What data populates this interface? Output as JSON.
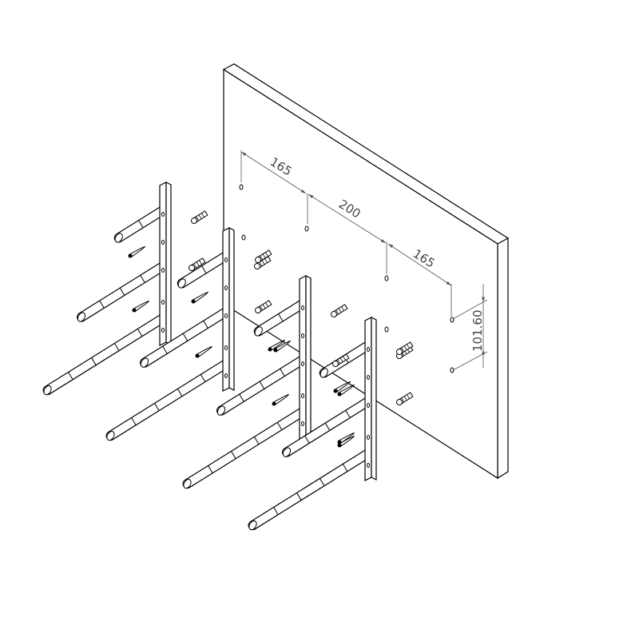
{
  "drawing": {
    "title": "Wall-mounted peg rail assembly, exploded isometric view",
    "dimensions": {
      "spacing_left": "165",
      "spacing_middle": "200",
      "spacing_right": "165",
      "vertical_offset": "101.60"
    },
    "rail_count": 4,
    "pegs_per_rail": 3,
    "colors": {
      "line": "#000000",
      "dimension": "#555555",
      "background": "#ffffff"
    }
  }
}
